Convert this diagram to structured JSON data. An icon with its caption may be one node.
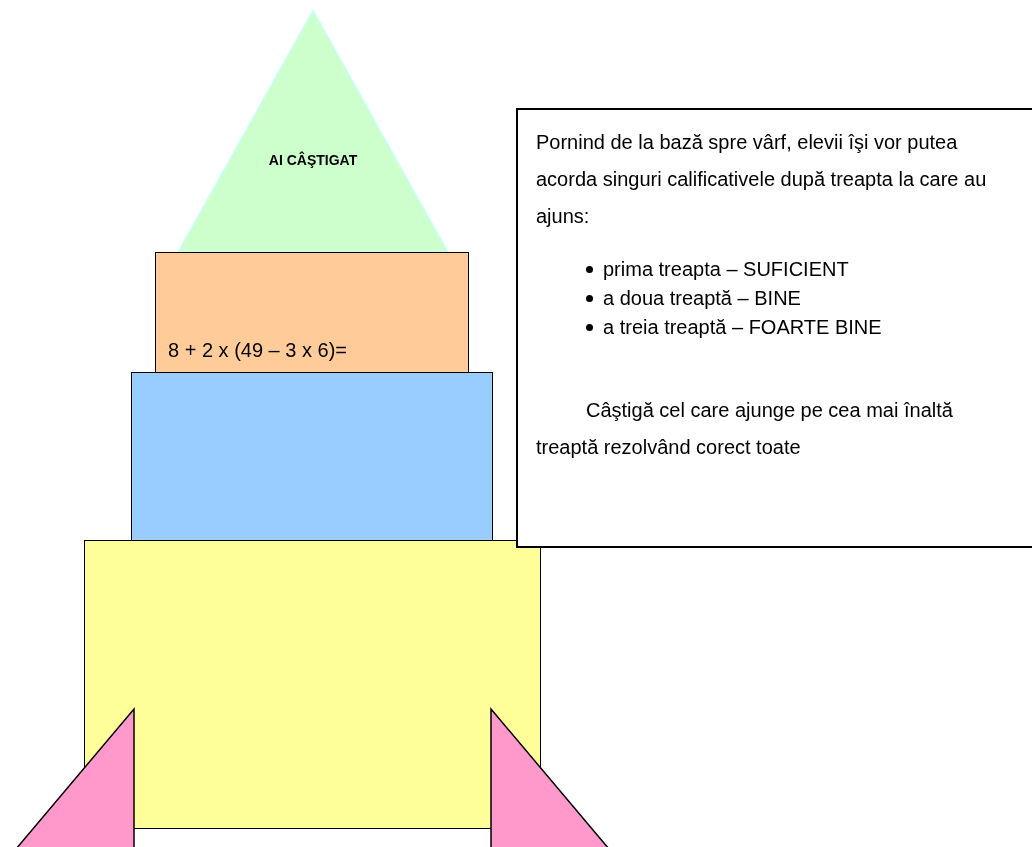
{
  "diagram": {
    "nodes": [
      {
        "text": [
          "AI CÂŞTIGAT"
        ]
      },
      {
        "text": [
          "8 + 2 x (49 – 3 x 6)="
        ]
      },
      {
        "text": [],
        "shape": "box"
      },
      {
        "text": [],
        "shape": "box"
      },
      {
        "text": [],
        "shape": "triangle"
      },
      {
        "text": [],
        "shape": "triangle"
      },
      {
        "text": [
          "Pornind de la bază spre vârf, elevii îşi vor putea acorda singuri calificativele după treapta la care au ajuns:",
          "prima treapta – SUFICIENT",
          "a doua treaptă – BINE",
          "a treia treaptă – FOARTE BINE",
          "Câştigă cel care ajunge pe cea mai înaltă treaptă rezolvând corect toate"
        ]
      }
    ],
    "edges": []
  }
}
